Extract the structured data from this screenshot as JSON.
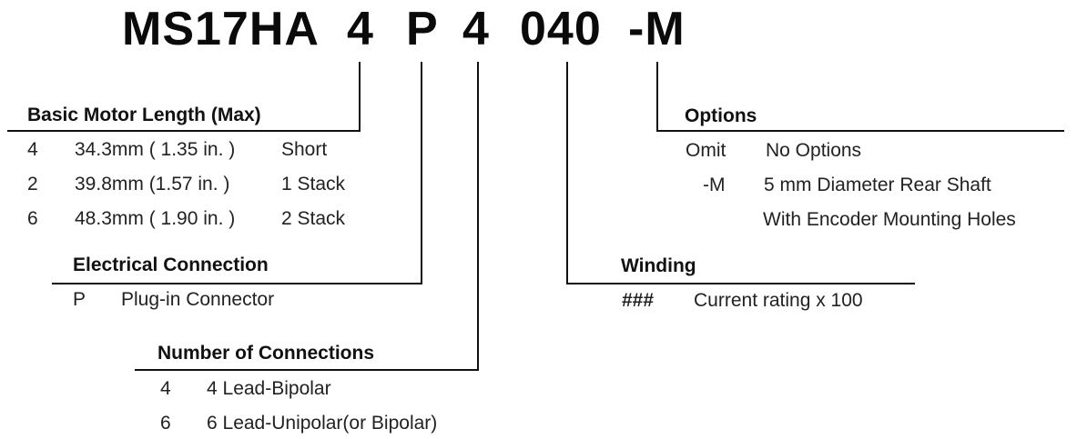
{
  "part_number": {
    "series": "MS17HA",
    "length_code": "4",
    "connection_code": "P",
    "leads_code": "4",
    "winding_code": "040",
    "option_code": "-M"
  },
  "basic_motor_length": {
    "heading": "Basic Motor Length (Max)",
    "rows": [
      {
        "code": "4",
        "length": "34.3mm ( 1.35 in. )",
        "type": "Short"
      },
      {
        "code": "2",
        "length": "39.8mm (1.57 in. )",
        "type": "1 Stack"
      },
      {
        "code": "6",
        "length": "48.3mm ( 1.90 in. )",
        "type": "2 Stack"
      }
    ]
  },
  "electrical_connection": {
    "heading": "Electrical Connection",
    "rows": [
      {
        "code": "P",
        "desc": "Plug-in Connector"
      }
    ]
  },
  "number_of_connections": {
    "heading": "Number of Connections",
    "rows": [
      {
        "code": "4",
        "desc": "4 Lead-Bipolar"
      },
      {
        "code": "6",
        "desc": "6 Lead-Unipolar(or Bipolar)"
      }
    ]
  },
  "options": {
    "heading": "Options",
    "rows": [
      {
        "code": "Omit",
        "desc": "No Options"
      },
      {
        "code": "-M",
        "desc": "5 mm Diameter Rear Shaft"
      },
      {
        "code": "",
        "desc": "With Encoder Mounting Holes"
      }
    ]
  },
  "winding": {
    "heading": "Winding",
    "rows": [
      {
        "code": "###",
        "desc": "Current rating x 100"
      }
    ]
  }
}
